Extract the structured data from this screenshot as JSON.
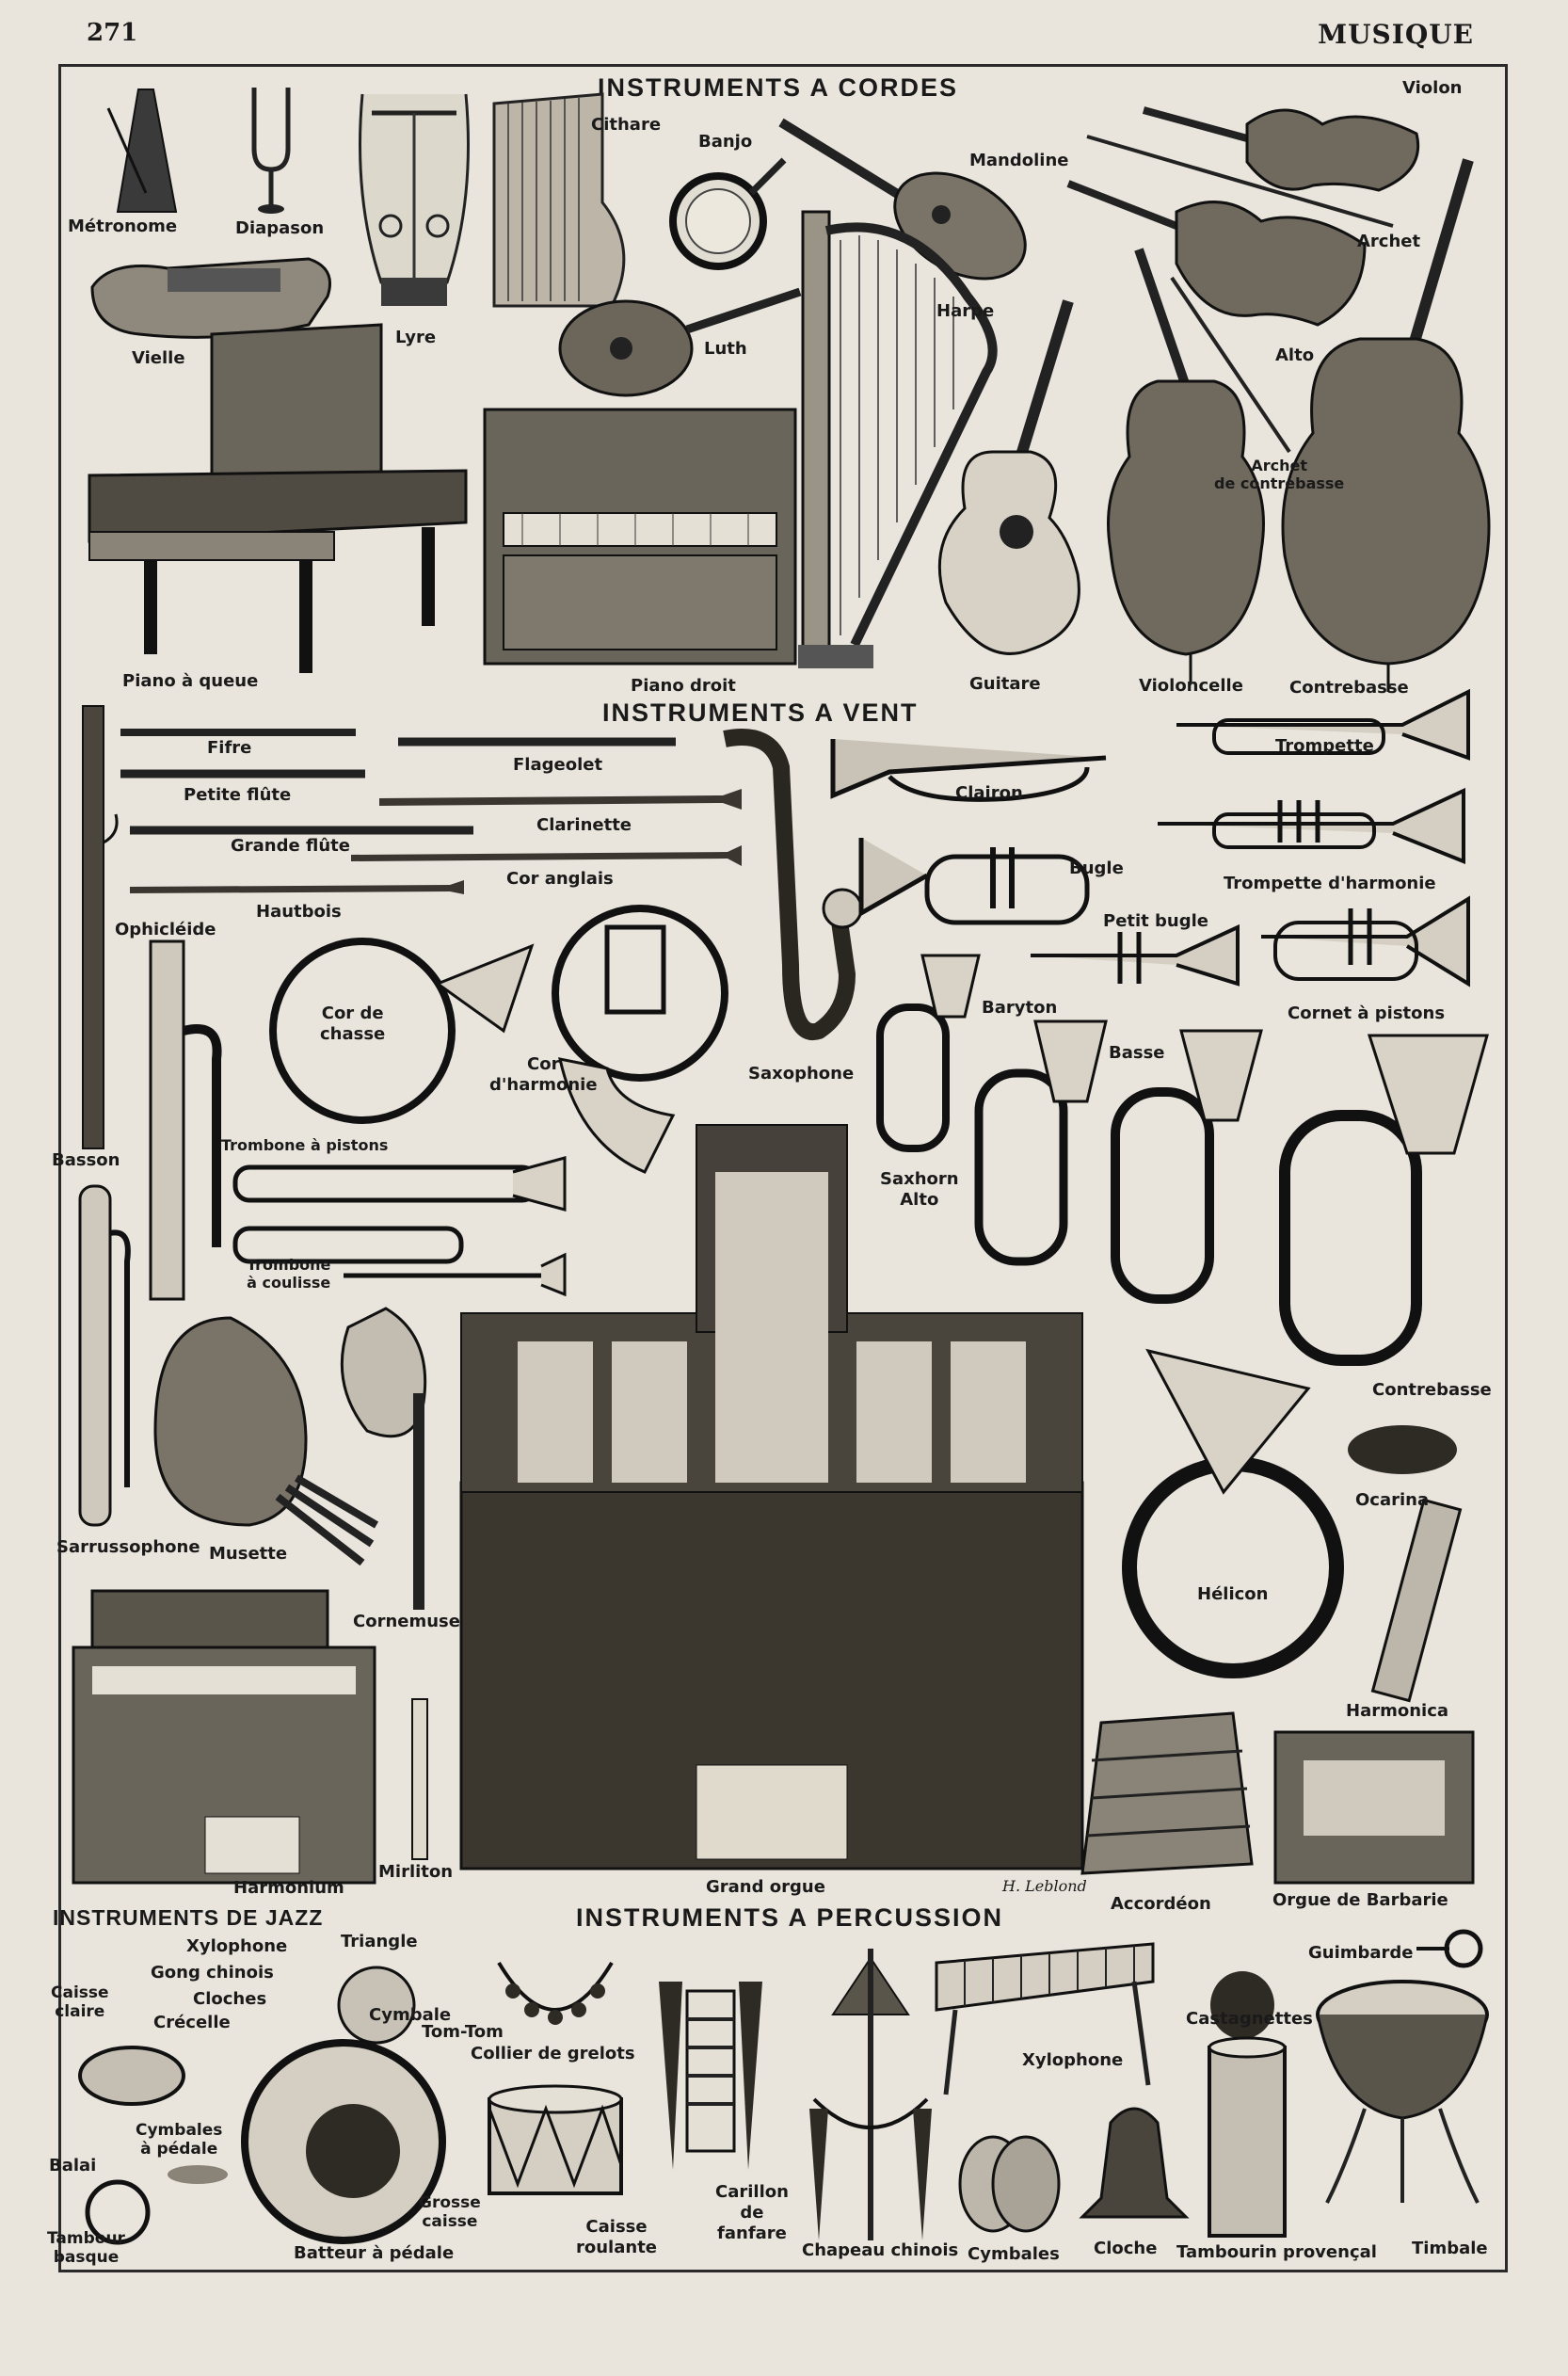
{
  "page": {
    "number": "271",
    "category": "MUSIQUE",
    "signature": "H. Leblond"
  },
  "sections": {
    "cordes": "INSTRUMENTS A CORDES",
    "vent": "INSTRUMENTS A VENT",
    "jazz": "INSTRUMENTS DE JAZZ",
    "percussion": "INSTRUMENTS A PERCUSSION"
  },
  "labels": {
    "metronome": "Métronome",
    "diapason": "Diapason",
    "lyre": "Lyre",
    "cithare": "Cithare",
    "banjo": "Banjo",
    "mandoline": "Mandoline",
    "violon": "Violon",
    "archet": "Archet",
    "vielle": "Vielle",
    "luth": "Luth",
    "harpe": "Harpe",
    "alto": "Alto",
    "archet_contrebasse": "Archet\nde contrebasse",
    "piano_queue": "Piano à queue",
    "piano_droit": "Piano droit",
    "guitare": "Guitare",
    "violoncelle": "Violoncelle",
    "contrebasse": "Contrebasse",
    "fifre": "Fifre",
    "flageolet": "Flageolet",
    "petite_flute": "Petite flûte",
    "clarinette": "Clarinette",
    "grande_flute": "Grande flûte",
    "cor_anglais": "Cor anglais",
    "hautbois": "Hautbois",
    "clairon": "Clairon",
    "trompette": "Trompette",
    "bugle": "Bugle",
    "trompette_harmonie": "Trompette d'harmonie",
    "petit_bugle": "Petit bugle",
    "cornet_pistons": "Cornet à pistons",
    "ophicleide": "Ophicléide",
    "cor_chasse": "Cor de\nchasse",
    "cor_harmonie": "Cor\nd'harmonie",
    "saxophone": "Saxophone",
    "baryton": "Baryton",
    "basse": "Basse",
    "saxhorn_alto": "Saxhorn\nAlto",
    "basson": "Basson",
    "trombone_pistons": "Trombone à pistons",
    "trombone_coulisse": "Trombone\nà coulisse",
    "contrebasse_vent": "Contrebasse",
    "sarrussophone": "Sarrussophone",
    "musette": "Musette",
    "cornemuse": "Cornemuse",
    "ocarina": "Ocarina",
    "helicon": "Hélicon",
    "harmonica": "Harmonica",
    "harmonium": "Harmonium",
    "mirliton": "Mirliton",
    "grand_orgue": "Grand orgue",
    "accordeon": "Accordéon",
    "orgue_barbarie": "Orgue de Barbarie",
    "xylophone_jazz": "Xylophone",
    "triangle": "Triangle",
    "gong_chinois": "Gong chinois",
    "caisse_claire": "Caisse\nclaire",
    "cloches": "Cloches",
    "crecelle": "Crécelle",
    "cymbale": "Cymbale",
    "tom_tom": "Tom-Tom",
    "balai": "Balai",
    "cymbales_pedale": "Cymbales\nà pédale",
    "grosse_caisse": "Grosse\ncaisse",
    "tambour_basque": "Tambour\nbasque",
    "batteur_pedale": "Batteur à pédale",
    "collier_grelots": "Collier de grelots",
    "caisse_roulante": "Caisse\nroulante",
    "carillon_fanfare": "Carillon\nde\nfanfare",
    "chapeau_chinois": "Chapeau chinois",
    "xylophone": "Xylophone",
    "castagnettes": "Castagnettes",
    "guimbarde": "Guimbarde",
    "cymbales": "Cymbales",
    "cloche": "Cloche",
    "tambourin_provencal": "Tambourin provençal",
    "timbale": "Timbale"
  }
}
